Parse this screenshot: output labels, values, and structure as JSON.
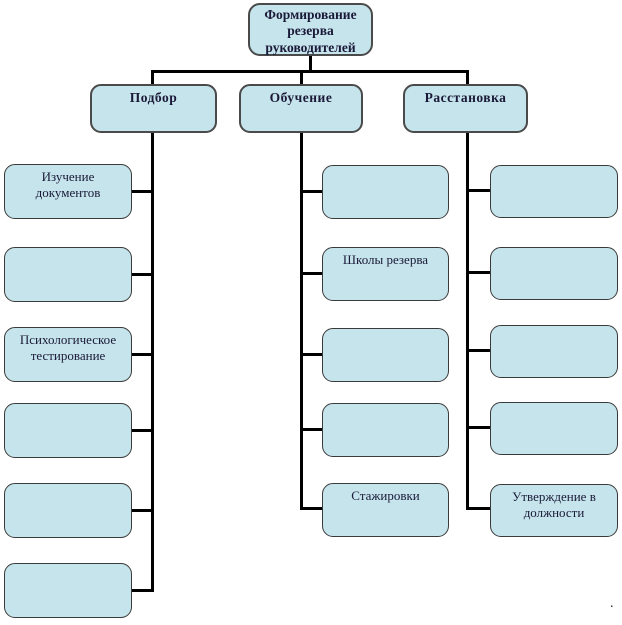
{
  "diagram": {
    "root": {
      "label": "Формирование резерва руководителей"
    },
    "branches": [
      {
        "label": "Подбор",
        "items": [
          "Изучение документов",
          "",
          "Психологическое тестирование",
          "",
          "",
          ""
        ]
      },
      {
        "label": "Обучение",
        "items": [
          "",
          "Школы резерва",
          "",
          "",
          "Стажировки"
        ]
      },
      {
        "label": "Расстановка",
        "items": [
          "",
          "",
          "",
          "",
          "Утверждение в должности"
        ]
      }
    ],
    "colors": {
      "box_fill": "#c6e4ec",
      "box_border": "#4a4a4a",
      "connector": "#000000",
      "text": "#1a1a38"
    },
    "footnote": "."
  }
}
